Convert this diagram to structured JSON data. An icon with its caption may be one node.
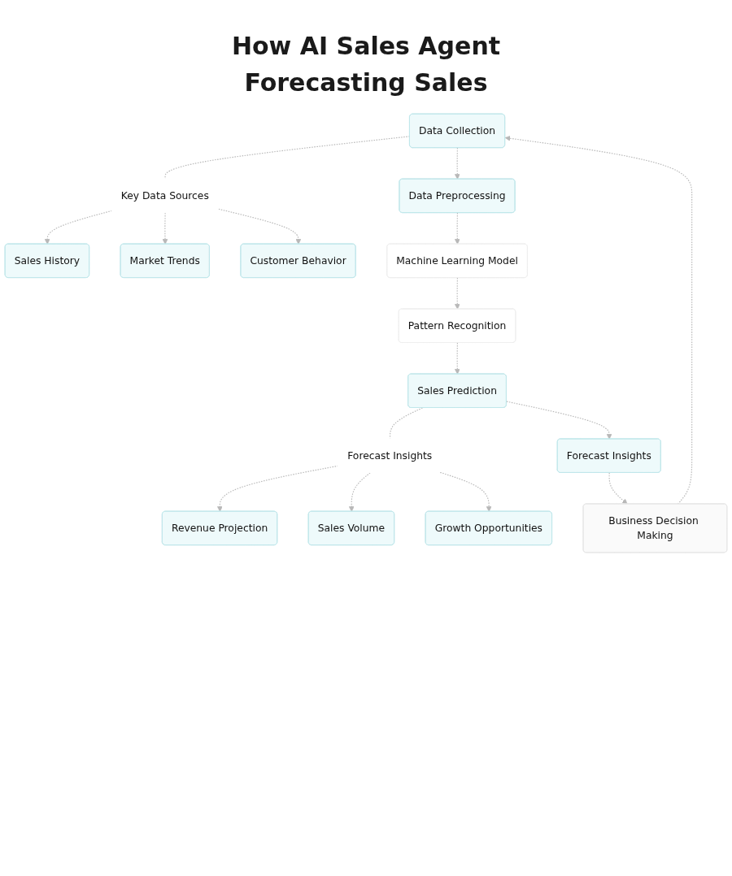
{
  "diagram": {
    "title": "How AI Sales Agent Forecasting Sales",
    "nodes": [
      {
        "text": [
          "Data Collection"
        ]
      },
      {
        "text": [
          "Key Data Sources"
        ]
      },
      {
        "text": [
          "Sales History"
        ]
      },
      {
        "text": [
          "Market Trends"
        ]
      },
      {
        "text": [
          "Customer Behavior"
        ]
      },
      {
        "text": [
          "Data Preprocessing"
        ]
      },
      {
        "text": [
          "Machine Learning Model"
        ]
      },
      {
        "text": [
          "Pattern Recognition"
        ]
      },
      {
        "text": [
          "Sales Prediction"
        ]
      },
      {
        "text": [
          "Forecast Insights"
        ]
      },
      {
        "text": [
          "Revenue Projection"
        ]
      },
      {
        "text": [
          "Sales Volume"
        ]
      },
      {
        "text": [
          "Growth Opportunities"
        ]
      },
      {
        "text": [
          "Forecast Insights"
        ]
      },
      {
        "text": [
          "Business Decision Making"
        ]
      }
    ],
    "edges": [
      {
        "from": 0,
        "to": 1,
        "arrow": "none",
        "style": "dashed"
      },
      {
        "from": 1,
        "to": 2,
        "arrow": "to",
        "style": "dashed"
      },
      {
        "from": 1,
        "to": 3,
        "arrow": "to",
        "style": "dashed"
      },
      {
        "from": 1,
        "to": 4,
        "arrow": "to",
        "style": "dashed"
      },
      {
        "from": 0,
        "to": 5,
        "arrow": "to",
        "style": "dashed"
      },
      {
        "from": 5,
        "to": 6,
        "arrow": "to",
        "style": "dashed"
      },
      {
        "from": 6,
        "to": 7,
        "arrow": "to",
        "style": "dashed"
      },
      {
        "from": 7,
        "to": 8,
        "arrow": "to",
        "style": "dashed"
      },
      {
        "from": 8,
        "to": 9,
        "arrow": "none",
        "style": "dashed"
      },
      {
        "from": 9,
        "to": 10,
        "arrow": "to",
        "style": "dashed"
      },
      {
        "from": 9,
        "to": 11,
        "arrow": "to",
        "style": "dashed"
      },
      {
        "from": 9,
        "to": 12,
        "arrow": "to",
        "style": "dashed"
      },
      {
        "from": 8,
        "to": 13,
        "arrow": "to",
        "style": "dashed"
      },
      {
        "from": 13,
        "to": 14,
        "arrow": "to",
        "style": "dashed"
      },
      {
        "from": 14,
        "to": 0,
        "arrow": "to",
        "style": "dashed"
      }
    ]
  }
}
